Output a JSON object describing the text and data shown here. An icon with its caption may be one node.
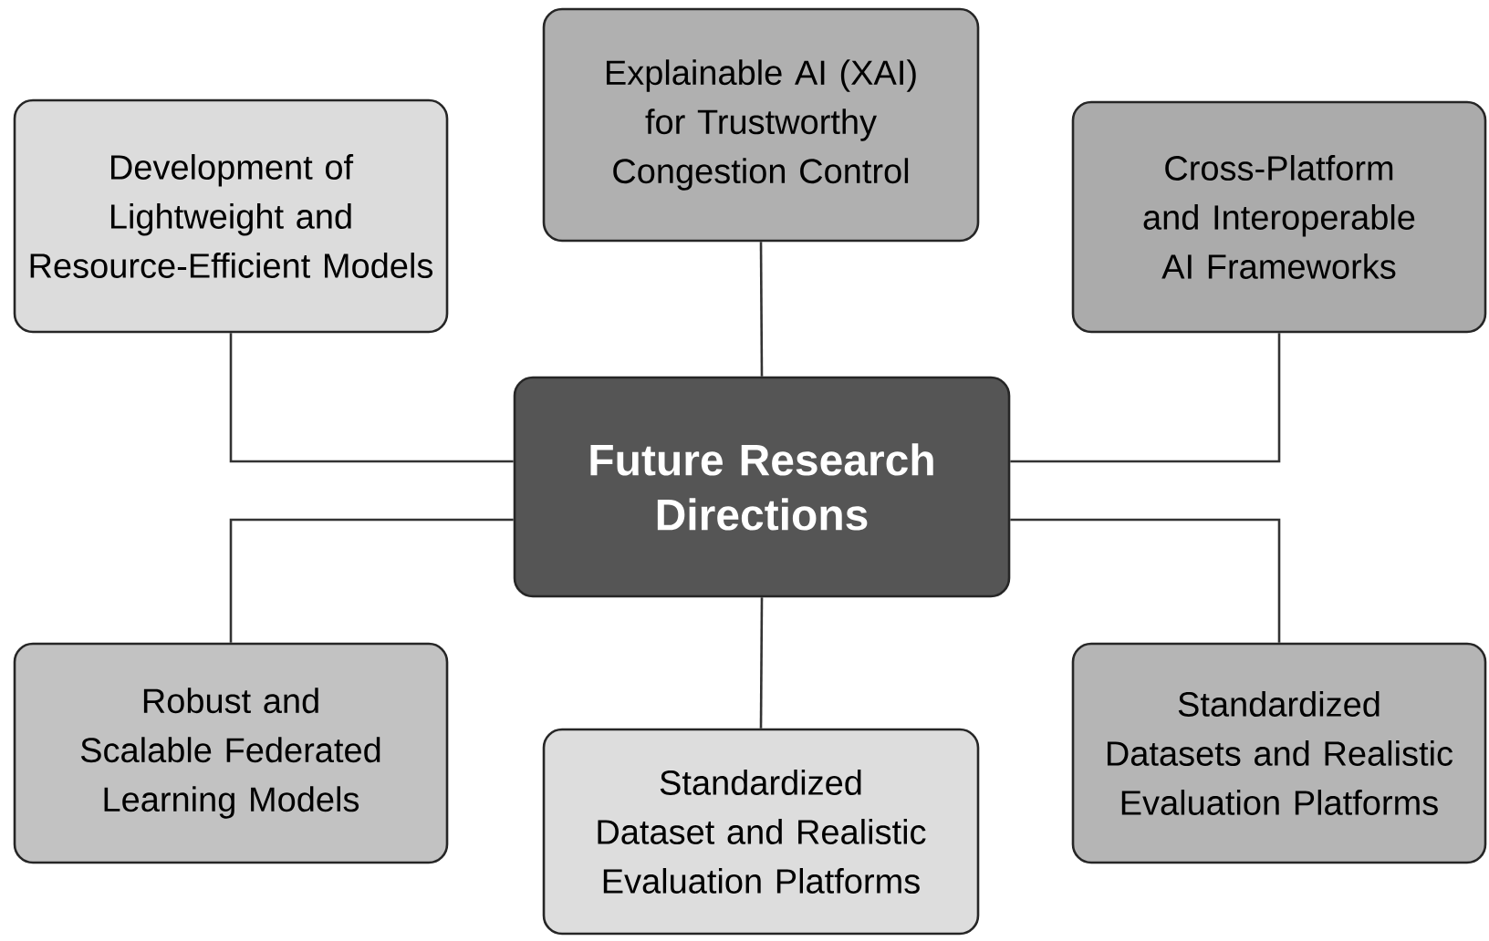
{
  "diagram": {
    "nodes": [
      {
        "text": [
          "Future Research Directions"
        ]
      },
      {
        "text": [
          "Development of Lightweight and Resource-Efficient Models"
        ]
      },
      {
        "text": [
          "Explainable AI (XAI) for Trustworthy Congestion Control"
        ]
      },
      {
        "text": [
          "Cross-Platform and Interoperable AI Frameworks"
        ]
      },
      {
        "text": [
          "Robust and Scalable Federated Learning Models"
        ]
      },
      {
        "text": [
          "Standardized Dataset and Realistic Evaluation Platforms"
        ]
      },
      {
        "text": [
          "Standardized Datasets and Realistic Evaluation Platforms"
        ]
      }
    ],
    "edges": [
      {
        "from": 0,
        "to": 1,
        "arrow": "none"
      },
      {
        "from": 0,
        "to": 2,
        "arrow": "none"
      },
      {
        "from": 0,
        "to": 3,
        "arrow": "none"
      },
      {
        "from": 0,
        "to": 4,
        "arrow": "none"
      },
      {
        "from": 0,
        "to": 5,
        "arrow": "none"
      },
      {
        "from": 0,
        "to": 6,
        "arrow": "none"
      }
    ]
  }
}
